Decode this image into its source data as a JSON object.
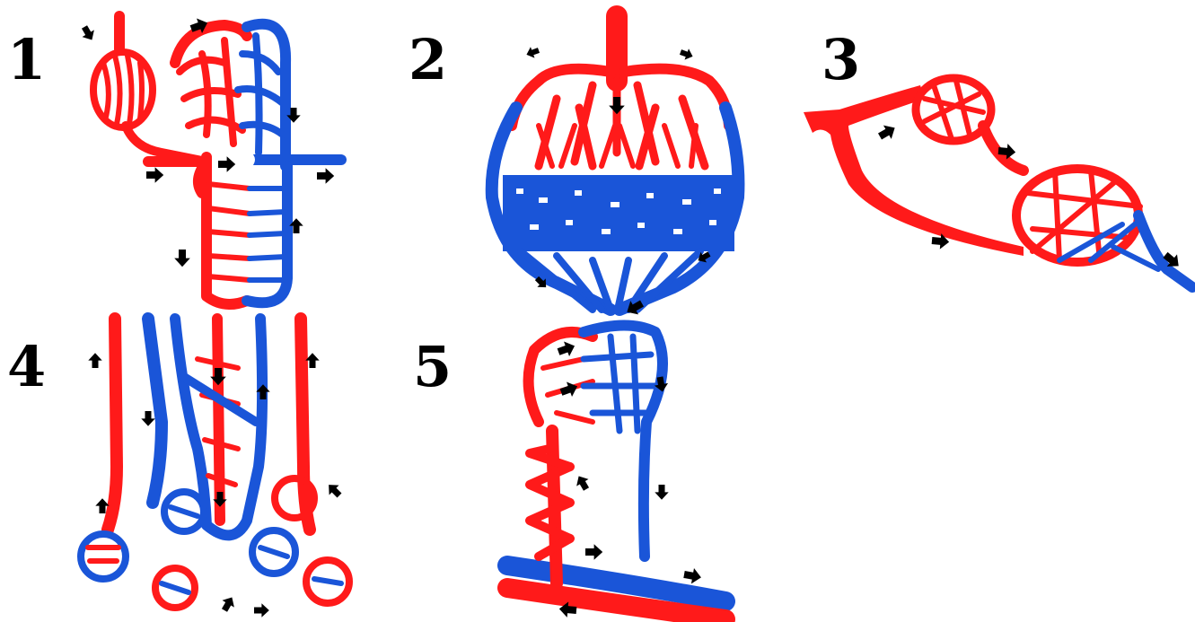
{
  "panels": [
    {
      "id": "1",
      "label": "1"
    },
    {
      "id": "2",
      "label": "2"
    },
    {
      "id": "3",
      "label": "3"
    },
    {
      "id": "4",
      "label": "4"
    },
    {
      "id": "5",
      "label": "5"
    }
  ],
  "colors": {
    "arterial": "#ff1a1a",
    "venous": "#1a55d8",
    "arrow": "#000000",
    "background": "#ffffff"
  },
  "icons": {
    "flow_arrow": "arrow-icon"
  }
}
